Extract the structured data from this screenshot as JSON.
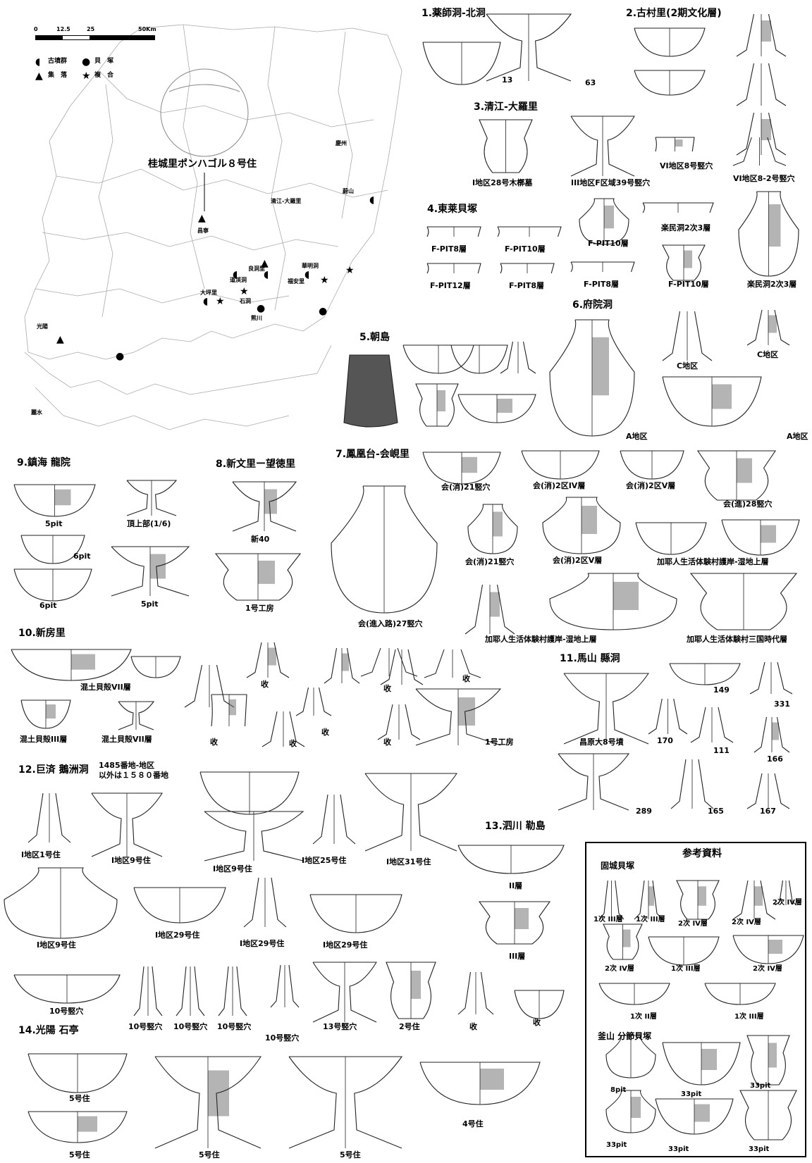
{
  "scale_bar": {
    "ticks": [
      "0",
      "12.5",
      "25",
      "50Km"
    ]
  },
  "legend": [
    {
      "icon": "tomb-cluster-icon",
      "label": "古墳群"
    },
    {
      "icon": "shell-mound-icon",
      "label": "貝　塚"
    },
    {
      "icon": "settlement-icon",
      "label": "集　落"
    },
    {
      "icon": "composite-site-icon",
      "label": "複　合"
    }
  ],
  "map": {
    "callout": "桂城里ポンハゴル８号住",
    "places": [
      "慶州",
      "蔚山",
      "清江-大羅里",
      "昌寧",
      "良洞里",
      "華明洞",
      "道渓洞",
      "福安里",
      "大坪里",
      "石洞",
      "熊川",
      "光陽",
      "麗水"
    ]
  },
  "sections": [
    {
      "id": "s1",
      "title": "1.薬師洞-北洞",
      "labels": [
        "13",
        "63"
      ]
    },
    {
      "id": "s2",
      "title": "2.古村里(2期文化層)",
      "labels": []
    },
    {
      "id": "s3",
      "title": "3.清江-大羅里",
      "labels": [
        "I地区28号木槨墓",
        "III地区F区域39号竪穴",
        "VI地区8号竪穴",
        "VI地区8-2号竪穴"
      ]
    },
    {
      "id": "s4",
      "title": "4.東莱貝塚",
      "labels": [
        "F-PIT8層",
        "F-PIT10層",
        "F-PIT10層",
        "楽民洞2次3層",
        "F-PIT12層",
        "F-PIT8層",
        "F-PIT8層",
        "F-PIT10層",
        "楽民洞2次3層"
      ]
    },
    {
      "id": "s5",
      "title": "5.朝島",
      "labels": []
    },
    {
      "id": "s6",
      "title": "6.府院洞",
      "labels": [
        "C地区",
        "C地区",
        "A地区",
        "A地区"
      ]
    },
    {
      "id": "s7",
      "title": "7.鳳凰台-会峴里",
      "labels": [
        "会(消)21竪穴",
        "会(消)2区IV層",
        "会(消)2区V層",
        "会(進)28竪穴",
        "会(消)21竪穴",
        "会(消)2区V層",
        "加耶人生活体験村護岸-湿地上層",
        "会(進入路)27竪穴",
        "加耶人生活体験村護岸-湿地上層",
        "加耶人生活体験村三国時代層"
      ]
    },
    {
      "id": "s8",
      "title": "8.新文里ー望徳里",
      "labels": [
        "新40",
        "1号工房"
      ]
    },
    {
      "id": "s9",
      "title": "9.鎮海 龍院",
      "labels": [
        "5pit",
        "頂上部(1/6)",
        "6pit",
        "6pit",
        "5pit"
      ]
    },
    {
      "id": "s10",
      "title": "10.新房里",
      "labels": [
        "混土貝殻VII層",
        "混土貝殻III層",
        "混土貝殻VII層",
        "收",
        "收",
        "收",
        "收",
        "收",
        "收",
        "收",
        "1号工房"
      ]
    },
    {
      "id": "s11",
      "title": "11.馬山 縣洞",
      "labels": [
        "149",
        "331",
        "昌原大8号墳",
        "170",
        "111",
        "166",
        "289",
        "165",
        "167"
      ]
    },
    {
      "id": "s12",
      "title": "12.巨済 鵝洲洞",
      "note": "1485番地-地区\n以外は１５８０番地",
      "labels": [
        "I地区1号住",
        "I地区9号住",
        "I地区9号住",
        "I地区25号住",
        "I地区31号住",
        "I地区9号住",
        "I地区29号住",
        "I地区29号住",
        "I地区29号住",
        "10号竪穴",
        "10号竪穴",
        "10号竪穴",
        "10号竪穴",
        "10号竪穴",
        "13号竪穴",
        "2号住",
        "收",
        "收"
      ]
    },
    {
      "id": "s13",
      "title": "13.泗川 勒島",
      "labels": [
        "II層",
        "III層"
      ]
    },
    {
      "id": "s14",
      "title": "14.光陽 石亭",
      "labels": [
        "5号住",
        "5号住",
        "5号住",
        "5号住",
        "4号住"
      ]
    }
  ],
  "reference": {
    "title": "参考資料",
    "goseong": {
      "title": "固城貝塚",
      "labels": [
        "1次 III層",
        "1次 III層",
        "2次 IV層",
        "2次 IV層",
        "2次 IV層",
        "2次 IV層",
        "1次 III層",
        "2次 IV層",
        "1次 II層",
        "1次 III層"
      ]
    },
    "busan": {
      "title": "釜山 分節貝塚",
      "labels": [
        "8pit",
        "33pit",
        "33pit",
        "33pit",
        "33pit",
        "33pit"
      ]
    }
  }
}
